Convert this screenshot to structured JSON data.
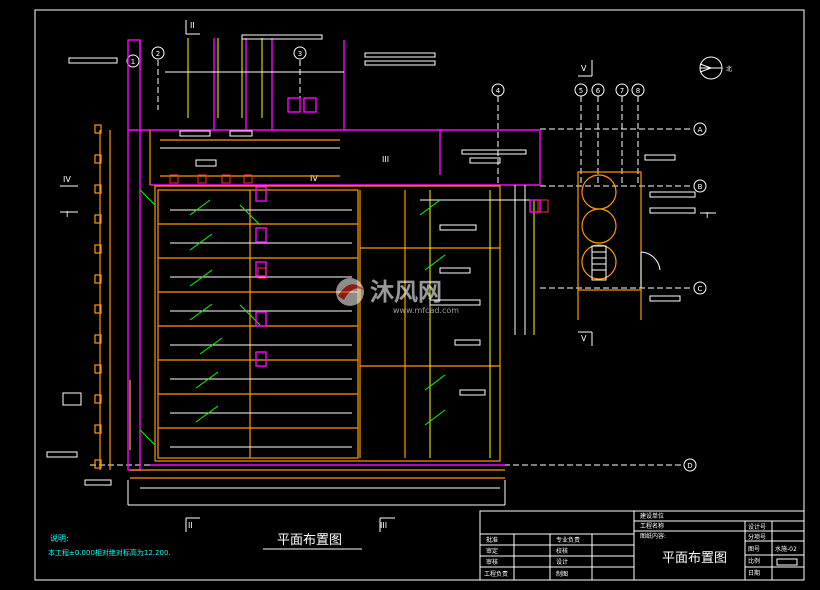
{
  "drawing": {
    "main_title": "平面布置图",
    "notes_title": "说明:",
    "notes_line": "本工程±0.000相对绝对标高为12.200.",
    "north_label": "北",
    "watermark_text": "沐风网",
    "watermark_url": "www.mfcad.com"
  },
  "axis_numbers": [
    "1",
    "2",
    "3",
    "4",
    "5",
    "6",
    "7",
    "8"
  ],
  "axis_letters": [
    "A",
    "B",
    "C",
    "D"
  ],
  "section_marks": [
    "II",
    "III",
    "IV",
    "V",
    "I"
  ],
  "title_block": {
    "build_unit": "建设单位",
    "project_name": "工程名称",
    "drawing_content": "图纸内容:",
    "drawing_name": "平面布置图",
    "design_no": "设计号",
    "sub_item_no": "分项号",
    "drawing_no_label": "图号",
    "drawing_no": "水施-02",
    "scale_label": "比例",
    "date_label": "日期",
    "rows": [
      {
        "l1": "批准",
        "l2": "专业负责"
      },
      {
        "l1": "审定",
        "l2": "校核"
      },
      {
        "l1": "审核",
        "l2": "设计"
      },
      {
        "l1": "工程负责",
        "l2": "制图"
      }
    ]
  },
  "colors": {
    "background": "#000000",
    "white": "#ffffff",
    "magenta": "#ff00ff",
    "orange": "#ff9900",
    "yellow": "#ffff00",
    "green": "#00ff00",
    "red": "#ff3030",
    "cyan": "#00ffff"
  }
}
